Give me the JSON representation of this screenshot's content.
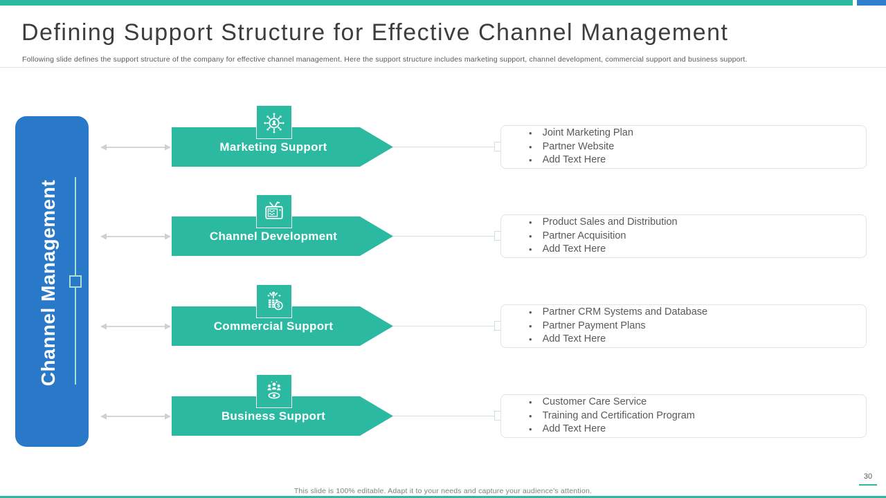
{
  "colors": {
    "teal": "#2bb9a2",
    "blue": "#2979c8",
    "title_text": "#3d3d3d",
    "body_text": "#595959",
    "footer_text": "#7f7f7f",
    "box_border": "#dbe7e4",
    "arrow_gray": "#cdd1d0"
  },
  "header": {
    "title": "Defining Support Structure for Effective Channel Management",
    "subtitle": "Following slide defines the support structure of the company for effective  channel management. Here the support structure includes marketing support, channel development, commercial support and business support."
  },
  "sidebar": {
    "label": "Channel Management"
  },
  "rows": [
    {
      "label": "Marketing Support",
      "icon": "affiliate-network-icon",
      "bullets": [
        "Joint Marketing Plan",
        "Partner Website",
        "Add Text Here"
      ]
    },
    {
      "label": "Channel Development",
      "icon": "tv-broadcast-icon",
      "bullets": [
        "Product Sales and Distribution",
        "Partner Acquisition",
        "Add Text Here"
      ]
    },
    {
      "label": "Commercial Support",
      "icon": "profit-person-icon",
      "bullets": [
        "Partner CRM Systems and Database",
        "Partner Payment Plans",
        "Add Text Here"
      ]
    },
    {
      "label": "Business Support",
      "icon": "audience-eye-icon",
      "bullets": [
        "Customer Care Service",
        "Training and Certification Program",
        "Add Text Here"
      ]
    }
  ],
  "footer": {
    "note": "This slide is 100% editable.  Adapt it to your needs and capture your audience's attention.",
    "page_number": "30"
  }
}
